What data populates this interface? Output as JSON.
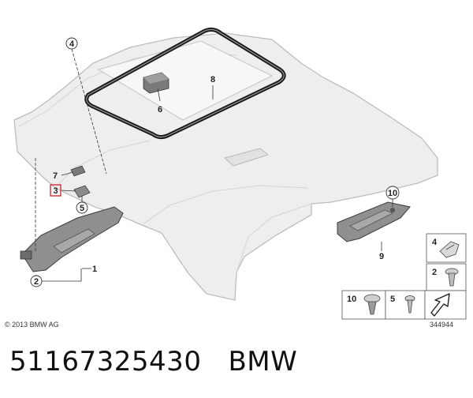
{
  "diagram": {
    "callouts": {
      "n1": "1",
      "n2": "2",
      "n3": "3",
      "n4": "4",
      "n5": "5",
      "n6": "6",
      "n7": "7",
      "n8": "8",
      "n9": "9",
      "n10": "10"
    },
    "legend": {
      "item4": "4",
      "item2": "2",
      "item10": "10",
      "item5": "5"
    },
    "copyright": "© 2013 BMW AG",
    "diagram_number": "344944",
    "colors": {
      "headliner_fill": "#eeeeee",
      "headliner_stroke": "#bdbdbd",
      "seal_stroke": "#1a1a1a",
      "visor_fill": "#8f8f8f",
      "highlight_box": "#d21f2a"
    }
  },
  "caption": {
    "part_number": "51167325430",
    "brand": "BMW"
  }
}
